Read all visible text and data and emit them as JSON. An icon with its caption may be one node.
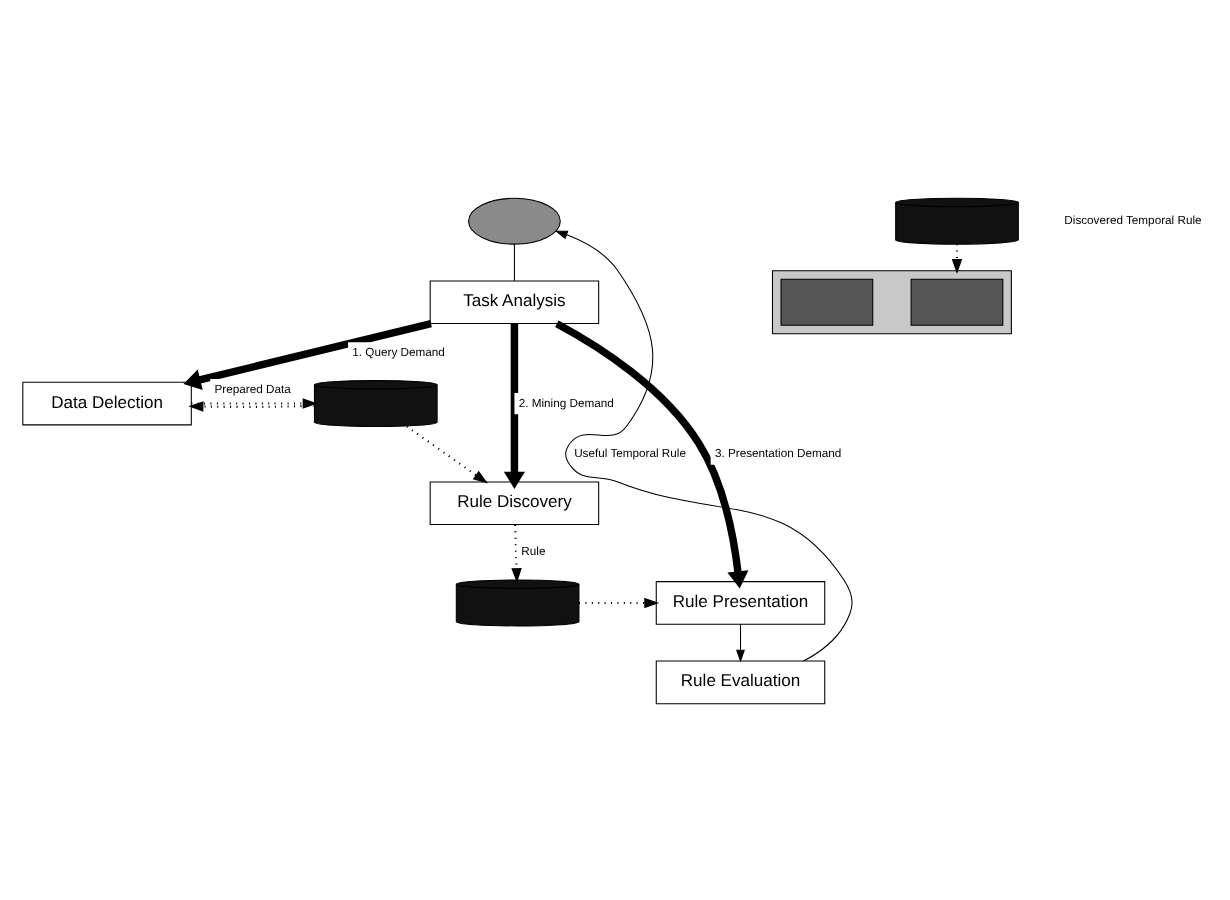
{
  "diagram": {
    "nodes": [
      {
        "text": [],
        "shape": "ellipse"
      },
      {
        "text": [
          "Task Analysis"
        ]
      },
      {
        "text": [
          "Data Delection"
        ]
      },
      {
        "text": [
          "Rule Discovery"
        ]
      },
      {
        "text": [
          "Rule Presentation"
        ]
      },
      {
        "text": [
          "Rule Evaluation"
        ]
      },
      {
        "text": [],
        "shape": "band"
      },
      {
        "text": [],
        "shape": "box",
        "in": 6
      },
      {
        "text": [],
        "shape": "box",
        "in": 6
      },
      {
        "text": [],
        "shape": "cylinder"
      },
      {
        "text": [],
        "shape": "cylinder"
      },
      {
        "text": [],
        "shape": "cylinder"
      }
    ],
    "edges": [
      {
        "from": 0,
        "to": 1,
        "arrow": "none"
      },
      {
        "from": 1,
        "to": 2,
        "arrow": "to",
        "label": "1. Query Demand",
        "style": "thick"
      },
      {
        "from": 1,
        "to": 3,
        "arrow": "to",
        "label": "2. Mining Demand",
        "style": "thick"
      },
      {
        "from": 1,
        "to": 4,
        "arrow": "to",
        "label": "3. Presentation Demand",
        "style": "thick"
      },
      {
        "from": 4,
        "to": 5,
        "arrow": "to"
      },
      {
        "from": 5,
        "to": 0,
        "arrow": "to",
        "label": "Useful Temporal Rule"
      },
      {
        "from": 9,
        "to": 2,
        "arrow": "to",
        "style": "dashed"
      },
      {
        "from": 2,
        "to": 9,
        "arrow": "to",
        "label": "Prepared Data",
        "style": "dashed"
      },
      {
        "from": 9,
        "to": 3,
        "arrow": "to",
        "style": "dashed"
      },
      {
        "from": 3,
        "to": 10,
        "arrow": "to",
        "label": "Rule",
        "style": "dashed"
      },
      {
        "from": 10,
        "to": 4,
        "arrow": "to",
        "style": "dashed"
      },
      {
        "from": 11,
        "to": 6,
        "arrow": "to",
        "style": "dashed"
      }
    ],
    "labels": [
      "Discovered Temporal Rule"
    ]
  }
}
